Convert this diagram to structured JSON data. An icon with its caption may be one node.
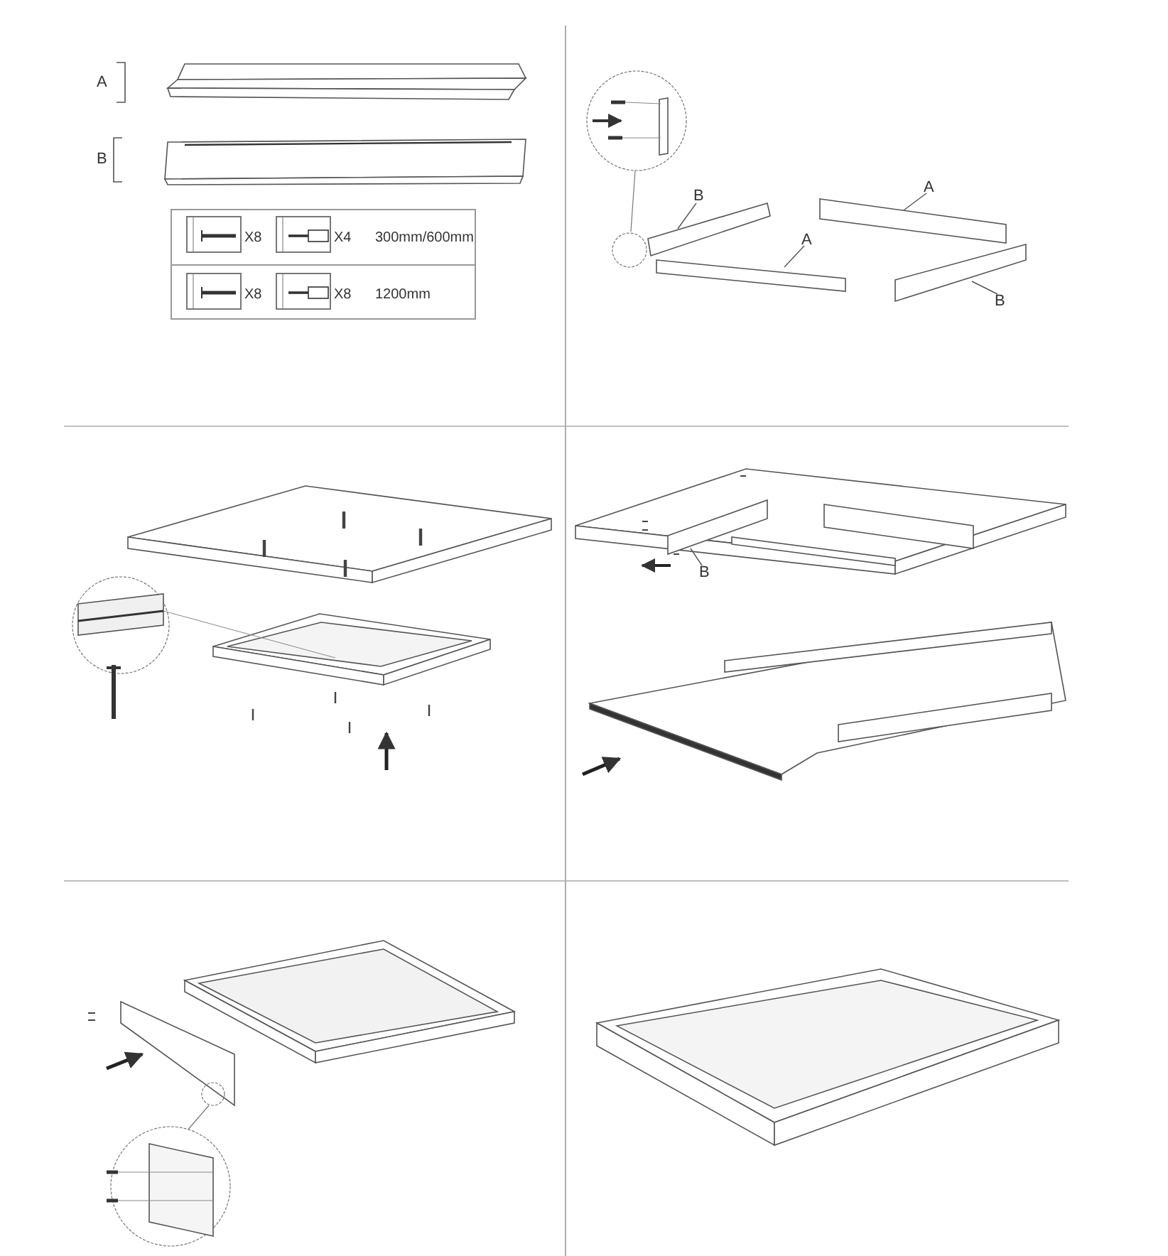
{
  "diagram": {
    "nodes": [
      {
        "text": [
          "B"
        ]
      },
      {
        "text": [
          "A"
        ]
      },
      {
        "text": [
          "A"
        ]
      },
      {
        "text": [
          "B"
        ]
      },
      {
        "text": [],
        "shape": "bar"
      },
      {
        "text": [],
        "shape": "bar"
      },
      {
        "text": [],
        "shape": "bar"
      },
      {
        "text": [],
        "shape": "bar"
      },
      {
        "text": [
          "B"
        ]
      },
      {
        "text": [],
        "shape": "bar"
      }
    ],
    "edges": [
      {
        "from": 0,
        "to": 4,
        "arrow": "none"
      },
      {
        "from": 1,
        "to": 5,
        "arrow": "none"
      },
      {
        "from": 2,
        "to": 6,
        "arrow": "none"
      },
      {
        "from": 3,
        "to": 7,
        "arrow": "none"
      },
      {
        "from": 8,
        "to": 9,
        "arrow": "none"
      }
    ],
    "labels": [
      "A",
      "B",
      "X8",
      "X4",
      "300mm/600mm",
      "X8",
      "X8",
      "1200mm"
    ]
  }
}
